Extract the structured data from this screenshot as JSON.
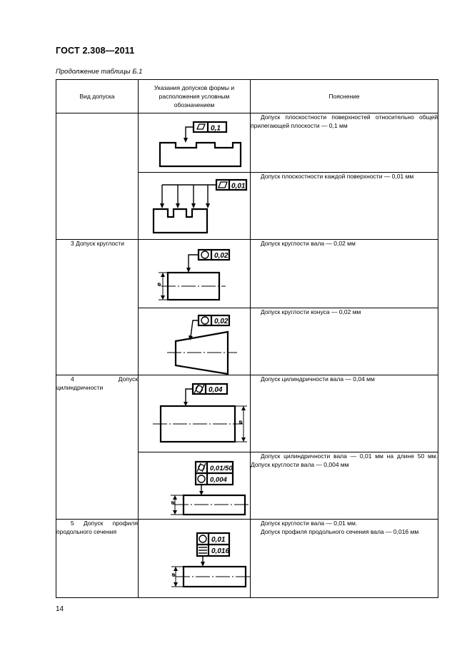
{
  "document": {
    "standard": "ГОСТ 2.308—2011",
    "continuation": "Продолжение таблицы Б.1",
    "page_number": "14"
  },
  "table": {
    "headers": {
      "kind": "Вид допуска",
      "indication": "Указания допусков формы и расположения условным обозначением",
      "explanation": "Пояснение"
    },
    "kinds": {
      "roundness": "3 Допуск круглости",
      "cylindricity": "4 Допуск цилиндричности",
      "profile": "5 Допуск профиля продольного сечения"
    },
    "rows": [
      {
        "explanation": [
          "Допуск плоскостности поверхностей относительно общей прилегающей плоскости — 0,1 мм"
        ],
        "symbols": [
          "flatness"
        ],
        "values": [
          "0,1"
        ]
      },
      {
        "explanation": [
          "Допуск плоскостности каждой поверхности — 0,01 мм"
        ],
        "symbols": [
          "flatness"
        ],
        "values": [
          "0,01"
        ]
      },
      {
        "explanation": [
          "Допуск круглости вала — 0,02 мм"
        ],
        "symbols": [
          "circularity"
        ],
        "values": [
          "0,02"
        ]
      },
      {
        "explanation": [
          "Допуск круглости конуса — 0,02 мм"
        ],
        "symbols": [
          "circularity"
        ],
        "values": [
          "0,02"
        ]
      },
      {
        "explanation": [
          "Допуск цилиндричности вала — 0,04 мм"
        ],
        "symbols": [
          "cylindricity"
        ],
        "values": [
          "0,04"
        ]
      },
      {
        "explanation": [
          "Допуск цилиндричности вала — 0,01 мм на длине 50 мм. Допуск круглости вала — 0,004 мм"
        ],
        "symbols": [
          "cylindricity",
          "circularity"
        ],
        "values": [
          "0,01/50",
          "0,004"
        ]
      },
      {
        "explanation": [
          "Допуск круглости вала — 0,01 мм.",
          "Допуск профиля продольного сечения вала — 0,016 мм"
        ],
        "symbols": [
          "circularity",
          "profile-longitudinal"
        ],
        "values": [
          "0,01",
          "0,016"
        ]
      }
    ],
    "diameter_mark": "⌀"
  }
}
